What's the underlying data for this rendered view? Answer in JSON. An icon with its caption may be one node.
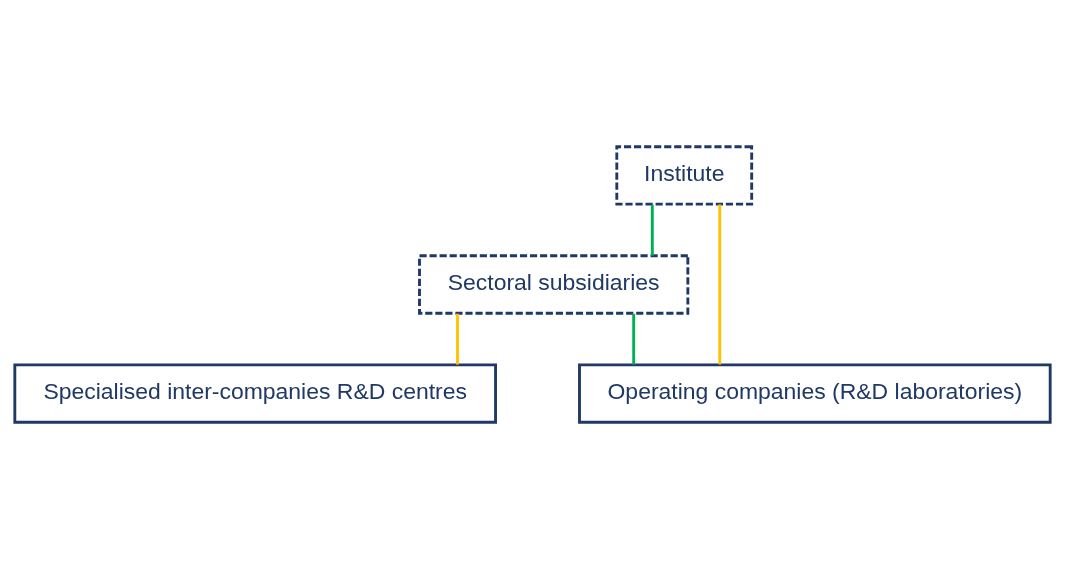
{
  "diagram": {
    "nodes": [
      {
        "text": [
          "Institute"
        ]
      },
      {
        "text": [
          "Sectoral subsidiaries"
        ]
      },
      {
        "text": [
          "Specialised inter-companies R&D centres"
        ]
      },
      {
        "text": [
          "Operating companies (R&D laboratories)"
        ]
      }
    ],
    "edges": [
      {
        "from": 0,
        "to": 1,
        "arrow": "none",
        "color": "#00b050"
      },
      {
        "from": 0,
        "to": 3,
        "arrow": "none",
        "color": "#ffc000"
      },
      {
        "from": 1,
        "to": 2,
        "arrow": "none",
        "color": "#ffc000"
      },
      {
        "from": 1,
        "to": 3,
        "arrow": "none",
        "color": "#00b050"
      }
    ]
  }
}
